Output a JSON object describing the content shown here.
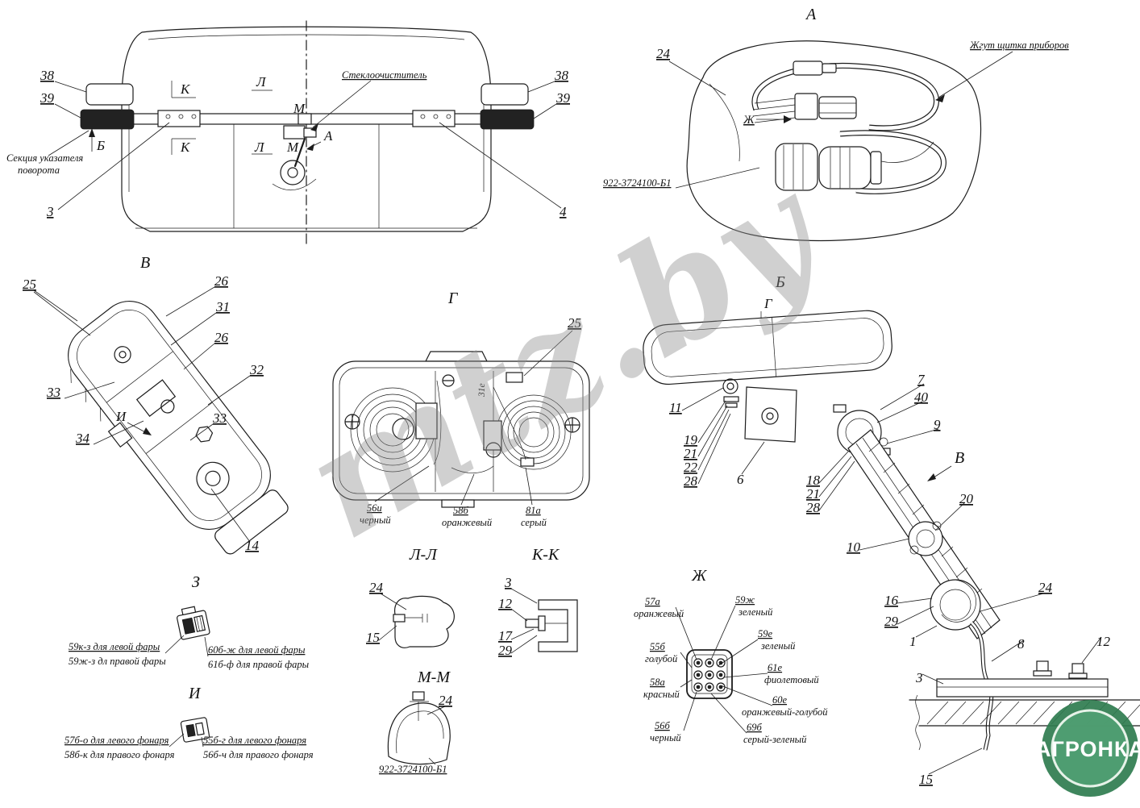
{
  "watermark": "mtz.by",
  "logo": {
    "text": "АГРОНКА"
  },
  "cab_view": {
    "callout_38_left": "38",
    "callout_39_left": "39",
    "callout_38_right": "38",
    "callout_39_right": "39",
    "callout_3": "3",
    "callout_4": "4",
    "mark_k_top": "К",
    "mark_l_top": "Л",
    "mark_m_top": "М",
    "mark_a": "А",
    "mark_m_bottom": "М",
    "mark_l_bottom": "Л",
    "mark_k_bottom": "К",
    "mark_b": "Б",
    "wiper_label": "Стеклоочиститель",
    "turn_signal_label": [
      "Секция указателя",
      "поворота"
    ]
  },
  "view_a": {
    "title": "А",
    "callout_24": "24",
    "harness_label": "Жгут щитка приборов",
    "mark_zh": "Ж",
    "part_number": "922-3724100-Б1"
  },
  "view_v": {
    "title": "В",
    "callout_25": "25",
    "callout_26_top": "26",
    "callout_31": "31",
    "callout_26_mid": "26",
    "callout_32": "32",
    "callout_33_left": "33",
    "callout_34": "34",
    "mark_i": "И",
    "callout_33_right": "33",
    "callout_14": "14"
  },
  "view_g": {
    "title": "Г",
    "callout_25": "25",
    "socket_mark": "31е",
    "wire_labels": [
      {
        "id": "56и",
        "color": "черный"
      },
      {
        "id": "58б",
        "color": "оранжевый"
      },
      {
        "id": "81а",
        "color": "серый"
      }
    ]
  },
  "view_b": {
    "title": "Б",
    "mark_g": "Г",
    "mark_v": "В",
    "callout_7": "7",
    "callout_40": "40",
    "callout_9": "9",
    "callout_11": "11",
    "callout_19": "19",
    "callout_21_left": "21",
    "callout_22": "22",
    "callout_28_left": "28",
    "callout_6": "6",
    "callout_18": "18",
    "callout_21_mid": "21",
    "callout_28_mid": "28",
    "callout_20": "20",
    "callout_10": "10",
    "callout_16": "16",
    "callout_29": "29",
    "callout_24": "24",
    "callout_1": "1",
    "callout_8": "8",
    "callout_12": "12",
    "callout_3": "3",
    "callout_15": "15"
  },
  "view_z": {
    "title": "З",
    "left_label": [
      "59к-з для левой фары",
      "59ж-з дл правой фары"
    ],
    "right_label": [
      "60б-ж для левой фары",
      "61б-ф для правой фары"
    ]
  },
  "view_i": {
    "title": "И",
    "left_label": [
      "57б-о для левого фонаря",
      "58б-к для правого фонаря"
    ],
    "right_label": [
      "55б-г для левого фонаря",
      "56б-ч для правого фонаря"
    ]
  },
  "section_ll": {
    "title": "Л-Л",
    "callout_24": "24",
    "callout_15": "15"
  },
  "section_kk": {
    "title": "К-К",
    "callout_3": "3",
    "callout_12": "12",
    "callout_17": "17",
    "callout_29": "29"
  },
  "section_mm": {
    "title": "М-М",
    "callout_24": "24",
    "part_number": "922-3724100-Б1"
  },
  "view_zh": {
    "title": "Ж",
    "left_pins": [
      {
        "id": "57а",
        "color": "оранжевый"
      },
      {
        "id": "55б",
        "color": "голубой"
      },
      {
        "id": "58а",
        "color": "красный"
      },
      {
        "id": "56б",
        "color": "черный"
      }
    ],
    "right_pins": [
      {
        "id": "59ж",
        "color": "зеленый"
      },
      {
        "id": "59е",
        "color": "зеленый"
      },
      {
        "id": "61е",
        "color": "фиолетовый"
      },
      {
        "id": "60е",
        "color": "оранжевый-голубой"
      },
      {
        "id": "69б",
        "color": "серый-зеленый"
      }
    ]
  }
}
